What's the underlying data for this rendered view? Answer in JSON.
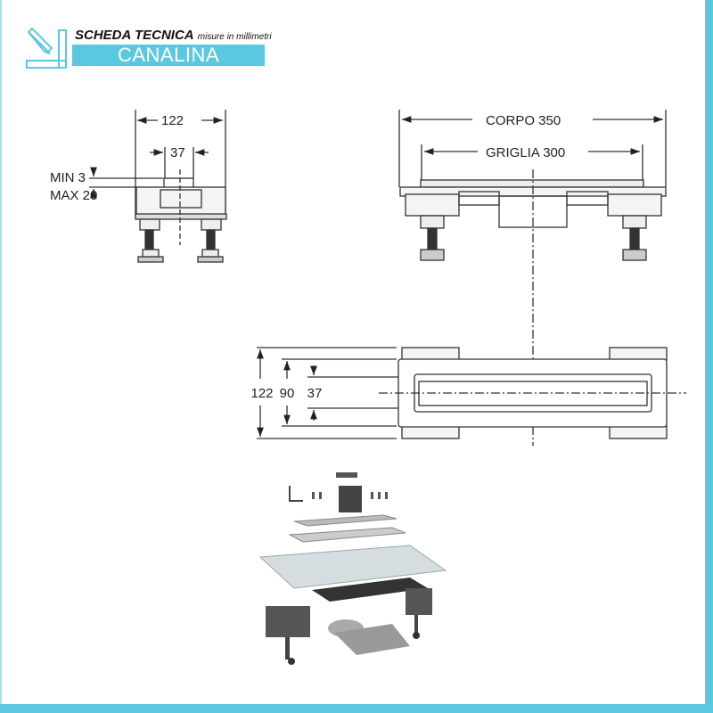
{
  "header": {
    "title": "SCHEDA TECNICA",
    "subtitle": "misure in millimetri",
    "product": "CANALINA",
    "accent_color": "#5bc8df"
  },
  "side_view": {
    "width_label": "122",
    "grate_label": "37",
    "min_label": "MIN 3",
    "max_label": "MAX 20"
  },
  "front_view": {
    "body_label": "CORPO 350",
    "grate_label": "GRIGLIA 300"
  },
  "top_view": {
    "outer_label": "122",
    "mid_label": "90",
    "inner_label": "37"
  }
}
